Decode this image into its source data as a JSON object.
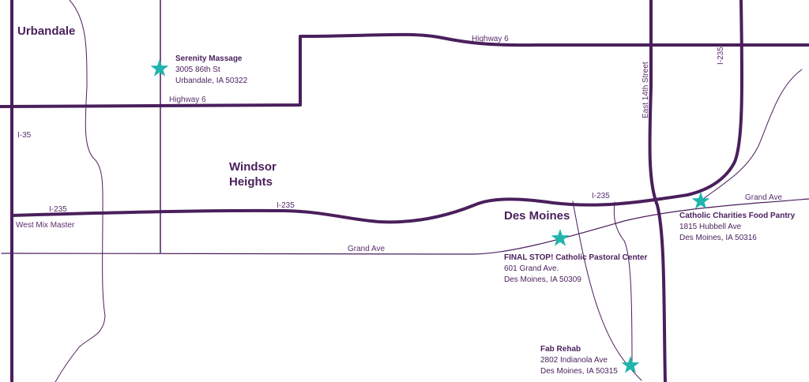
{
  "colors": {
    "road": "#4a1f5c",
    "marker": "#1fb5ad",
    "label": "#4a1f5c"
  },
  "cities": {
    "urbandale": "Urbandale",
    "windsor_heights_line1": "Windsor",
    "windsor_heights_line2": "Heights",
    "des_moines": "Des Moines"
  },
  "roads": {
    "highway6_east": "Highway 6",
    "highway6_west": "Highway 6",
    "i35": "I-35",
    "i235_west": "I-235",
    "i235_mid": "I-235",
    "i235_east": "I-235",
    "i235_vertical": "I-235",
    "west_mix_master": "West Mix Master",
    "grand_ave_mid": "Grand Ave",
    "grand_ave_east": "Grand Ave",
    "east_14th_street": "East 14th Street"
  },
  "locations": [
    {
      "name": "Serenity Massage",
      "street": "3005 86th St",
      "city": "Urbandale, IA 50322",
      "icon": "star-marker"
    },
    {
      "name": "FINAL STOP! Catholic Pastoral Center",
      "street": "601 Grand Ave.",
      "city": "Des Moines, IA 50309",
      "icon": "star-marker"
    },
    {
      "name": "Catholic Charities Food Pantry",
      "street": "1815 Hubbell Ave",
      "city": "Des Moines, IA 50316",
      "icon": "star-marker"
    },
    {
      "name": "Fab Rehab",
      "street": "2802 Indianola Ave",
      "city": "Des Moines, IA 50315",
      "icon": "star-marker"
    }
  ]
}
